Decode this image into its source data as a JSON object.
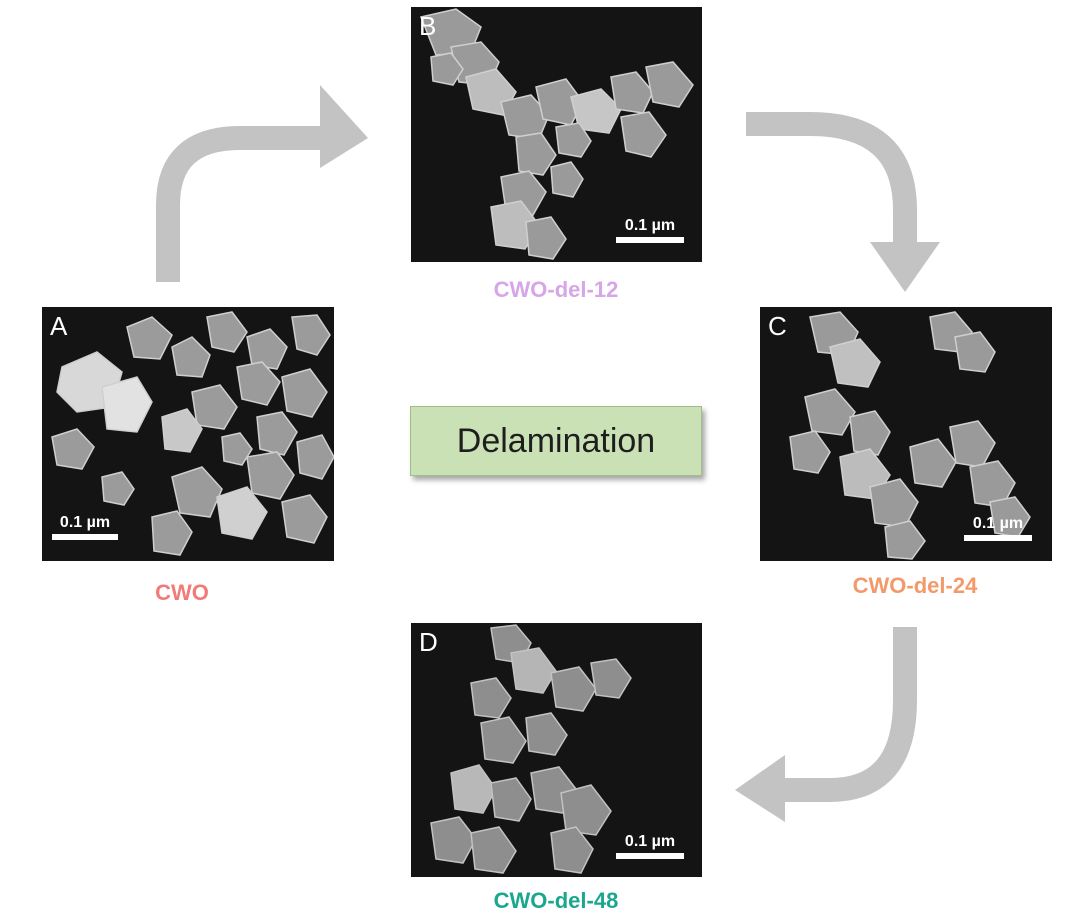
{
  "center_label": "Delamination",
  "panels": [
    {
      "letter": "A",
      "scale": "0.1 µm",
      "caption": "CWO",
      "caption_color": "#f07b78"
    },
    {
      "letter": "B",
      "scale": "0.1 µm",
      "caption": "CWO-del-12",
      "caption_color": "#d6a6e8"
    },
    {
      "letter": "C",
      "scale": "0.1 µm",
      "caption": "CWO-del-24",
      "caption_color": "#f39a6b"
    },
    {
      "letter": "D",
      "scale": "0.1 µm",
      "caption": "CWO-del-48",
      "caption_color": "#1aa78e"
    }
  ],
  "arrow_color": "#c3c3c3"
}
